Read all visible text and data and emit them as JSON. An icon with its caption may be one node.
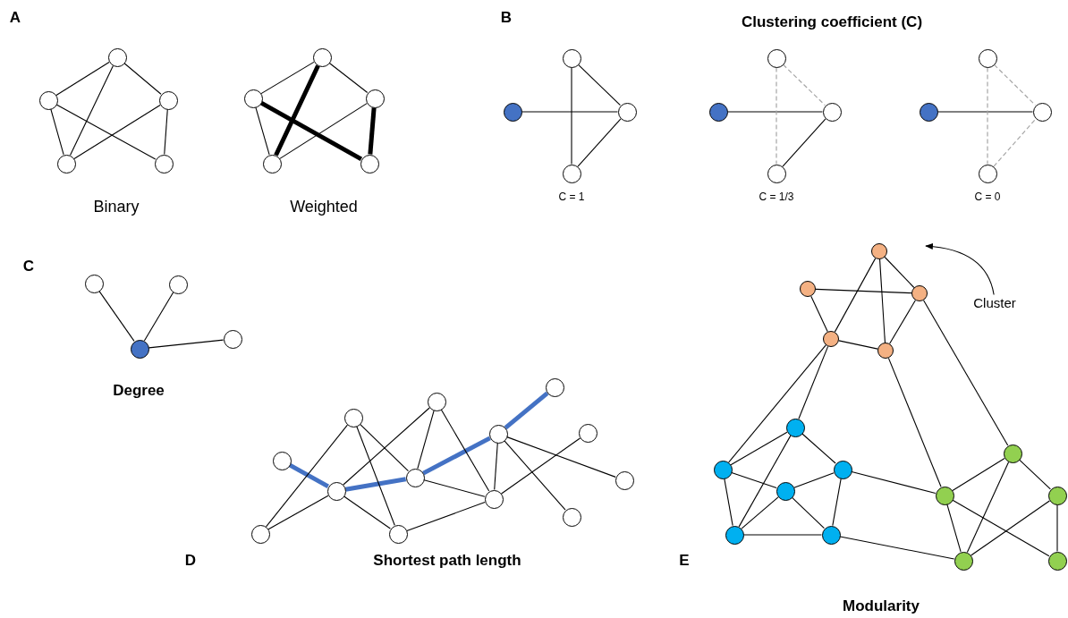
{
  "diagram": {
    "nodes": [
      {
        "text": [],
        "shape": "circle"
      },
      {
        "text": [],
        "shape": "circle"
      },
      {
        "text": [],
        "shape": "circle"
      },
      {
        "text": [],
        "shape": "circle"
      },
      {
        "text": [],
        "shape": "circle"
      },
      {
        "text": [],
        "shape": "circle"
      },
      {
        "text": [],
        "shape": "circle"
      },
      {
        "text": [],
        "shape": "circle"
      },
      {
        "text": [],
        "shape": "circle"
      },
      {
        "text": [],
        "shape": "circle"
      },
      {
        "text": [],
        "shape": "circle"
      },
      {
        "text": [],
        "shape": "circle"
      },
      {
        "text": [],
        "shape": "circle"
      },
      {
        "text": [],
        "shape": "circle"
      },
      {
        "text": [],
        "shape": "circle"
      },
      {
        "text": [],
        "shape": "circle"
      },
      {
        "text": [],
        "shape": "circle"
      },
      {
        "text": [],
        "shape": "circle"
      },
      {
        "text": [],
        "shape": "circle"
      },
      {
        "text": [],
        "shape": "circle"
      },
      {
        "text": [],
        "shape": "circle"
      },
      {
        "text": [],
        "shape": "circle"
      },
      {
        "text": [],
        "shape": "circle"
      },
      {
        "text": [],
        "shape": "circle"
      },
      {
        "text": [],
        "shape": "circle"
      },
      {
        "text": [],
        "shape": "circle"
      },
      {
        "text": [],
        "shape": "circle"
      },
      {
        "text": [],
        "shape": "circle"
      },
      {
        "text": [],
        "shape": "circle"
      },
      {
        "text": [],
        "shape": "circle"
      },
      {
        "text": [],
        "shape": "circle"
      },
      {
        "text": [],
        "shape": "circle"
      },
      {
        "text": [],
        "shape": "circle"
      },
      {
        "text": [],
        "shape": "circle"
      },
      {
        "text": [],
        "shape": "circle"
      },
      {
        "text": [],
        "shape": "circle"
      },
      {
        "text": [],
        "shape": "circle"
      },
      {
        "text": [],
        "shape": "circle"
      },
      {
        "text": [],
        "shape": "circle"
      },
      {
        "text": [],
        "shape": "circle"
      },
      {
        "text": [],
        "shape": "circle"
      },
      {
        "text": [],
        "shape": "circle"
      },
      {
        "text": [],
        "shape": "circle"
      },
      {
        "text": [],
        "shape": "circle"
      },
      {
        "text": [],
        "shape": "circle"
      },
      {
        "text": [],
        "shape": "circle"
      },
      {
        "text": [],
        "shape": "circle"
      },
      {
        "text": [],
        "shape": "circle"
      },
      {
        "text": [],
        "shape": "circle"
      },
      {
        "text": [],
        "shape": "circle"
      },
      {
        "text": [],
        "shape": "circle"
      },
      {
        "text": [],
        "shape": "circle"
      },
      {
        "text": [],
        "shape": "circle"
      },
      {
        "text": [],
        "shape": "circle"
      },
      {
        "text": [],
        "shape": "circle"
      },
      {
        "text": [
          "Cluster"
        ]
      }
    ],
    "edges": [
      {
        "from": 0,
        "to": 1,
        "arrow": "none"
      },
      {
        "from": 0,
        "to": 2,
        "arrow": "none"
      },
      {
        "from": 0,
        "to": 3,
        "arrow": "none"
      },
      {
        "from": 1,
        "to": 3,
        "arrow": "none"
      },
      {
        "from": 1,
        "to": 4,
        "arrow": "none"
      },
      {
        "from": 2,
        "to": 3,
        "arrow": "none"
      },
      {
        "from": 2,
        "to": 4,
        "arrow": "none"
      },
      {
        "from": 5,
        "to": 6,
        "arrow": "none"
      },
      {
        "from": 5,
        "to": 7,
        "arrow": "none"
      },
      {
        "from": 5,
        "to": 8,
        "arrow": "none",
        "style": "thick"
      },
      {
        "from": 6,
        "to": 8,
        "arrow": "none"
      },
      {
        "from": 6,
        "to": 9,
        "arrow": "none",
        "style": "thick"
      },
      {
        "from": 7,
        "to": 8,
        "arrow": "none"
      },
      {
        "from": 7,
        "to": 9,
        "arrow": "none",
        "style": "thick"
      },
      {
        "from": 10,
        "to": 12,
        "arrow": "none"
      },
      {
        "from": 11,
        "to": 13,
        "arrow": "none"
      },
      {
        "from": 11,
        "to": 12,
        "arrow": "none"
      },
      {
        "from": 13,
        "to": 12,
        "arrow": "none"
      },
      {
        "from": 14,
        "to": 16,
        "arrow": "none"
      },
      {
        "from": 15,
        "to": 17,
        "arrow": "none",
        "style": "dashed",
        "color": "#a6a6a6"
      },
      {
        "from": 15,
        "to": 16,
        "arrow": "none",
        "style": "dashed",
        "color": "#a6a6a6"
      },
      {
        "from": 17,
        "to": 16,
        "arrow": "none"
      },
      {
        "from": 18,
        "to": 20,
        "arrow": "none"
      },
      {
        "from": 19,
        "to": 21,
        "arrow": "none",
        "style": "dashed",
        "color": "#a6a6a6"
      },
      {
        "from": 19,
        "to": 20,
        "arrow": "none",
        "style": "dashed",
        "color": "#a6a6a6"
      },
      {
        "from": 21,
        "to": 20,
        "arrow": "none",
        "style": "dashed",
        "color": "#a6a6a6"
      },
      {
        "from": 25,
        "to": 22,
        "arrow": "none"
      },
      {
        "from": 25,
        "to": 23,
        "arrow": "none"
      },
      {
        "from": 25,
        "to": 24,
        "arrow": "none"
      },
      {
        "from": 26,
        "to": 29,
        "arrow": "none",
        "style": "thick",
        "color": "#4472c4"
      },
      {
        "from": 29,
        "to": 32,
        "arrow": "none",
        "style": "thick",
        "color": "#4472c4"
      },
      {
        "from": 32,
        "to": 34,
        "arrow": "none",
        "style": "thick",
        "color": "#4472c4"
      },
      {
        "from": 34,
        "to": 35,
        "arrow": "none",
        "style": "thick",
        "color": "#4472c4"
      },
      {
        "from": 27,
        "to": 28,
        "arrow": "none"
      },
      {
        "from": 27,
        "to": 29,
        "arrow": "none"
      },
      {
        "from": 28,
        "to": 30,
        "arrow": "none"
      },
      {
        "from": 28,
        "to": 32,
        "arrow": "none"
      },
      {
        "from": 29,
        "to": 31,
        "arrow": "none"
      },
      {
        "from": 29,
        "to": 30,
        "arrow": "none"
      },
      {
        "from": 30,
        "to": 33,
        "arrow": "none"
      },
      {
        "from": 31,
        "to": 32,
        "arrow": "none"
      },
      {
        "from": 31,
        "to": 33,
        "arrow": "none"
      },
      {
        "from": 32,
        "to": 33,
        "arrow": "none"
      },
      {
        "from": 34,
        "to": 33,
        "arrow": "none"
      },
      {
        "from": 34,
        "to": 37,
        "arrow": "none"
      },
      {
        "from": 34,
        "to": 38,
        "arrow": "none"
      },
      {
        "from": 33,
        "to": 36,
        "arrow": "none"
      },
      {
        "from": 39,
        "to": 42,
        "arrow": "none"
      },
      {
        "from": 39,
        "to": 43,
        "arrow": "none"
      },
      {
        "from": 39,
        "to": 41,
        "arrow": "none"
      },
      {
        "from": 40,
        "to": 41,
        "arrow": "none"
      },
      {
        "from": 40,
        "to": 42,
        "arrow": "none"
      },
      {
        "from": 42,
        "to": 43,
        "arrow": "none"
      },
      {
        "from": 43,
        "to": 41,
        "arrow": "none"
      },
      {
        "from": 42,
        "to": 45,
        "arrow": "none"
      },
      {
        "from": 42,
        "to": 44,
        "arrow": "none"
      },
      {
        "from": 43,
        "to": 51,
        "arrow": "none"
      },
      {
        "from": 41,
        "to": 50,
        "arrow": "none"
      },
      {
        "from": 44,
        "to": 45,
        "arrow": "none"
      },
      {
        "from": 44,
        "to": 46,
        "arrow": "none"
      },
      {
        "from": 44,
        "to": 48,
        "arrow": "none"
      },
      {
        "from": 45,
        "to": 47,
        "arrow": "none"
      },
      {
        "from": 45,
        "to": 48,
        "arrow": "none"
      },
      {
        "from": 47,
        "to": 46,
        "arrow": "none"
      },
      {
        "from": 47,
        "to": 48,
        "arrow": "none"
      },
      {
        "from": 47,
        "to": 49,
        "arrow": "none"
      },
      {
        "from": 46,
        "to": 49,
        "arrow": "none"
      },
      {
        "from": 48,
        "to": 49,
        "arrow": "none"
      },
      {
        "from": 46,
        "to": 51,
        "arrow": "none"
      },
      {
        "from": 49,
        "to": 53,
        "arrow": "none"
      },
      {
        "from": 51,
        "to": 50,
        "arrow": "none"
      },
      {
        "from": 51,
        "to": 53,
        "arrow": "none"
      },
      {
        "from": 51,
        "to": 54,
        "arrow": "none"
      },
      {
        "from": 50,
        "to": 53,
        "arrow": "none"
      },
      {
        "from": 50,
        "to": 52,
        "arrow": "none"
      },
      {
        "from": 53,
        "to": 52,
        "arrow": "none"
      },
      {
        "from": 52,
        "to": 54,
        "arrow": "none"
      },
      {
        "from": 55,
        "to": null,
        "arrow": "to"
      }
    ],
    "labels": [
      "A",
      "B",
      "Clustering coefficient (C)",
      "Binary",
      "Weighted",
      "C = 1",
      "C = 1/3",
      "C = 0",
      "C",
      "Degree",
      "D",
      "Shortest path length",
      "E",
      "Modularity"
    ]
  }
}
